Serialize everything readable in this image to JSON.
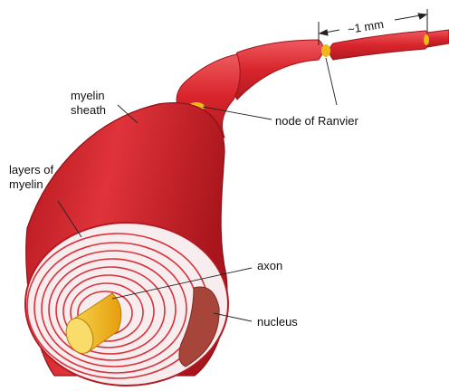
{
  "labels": {
    "scale": "~1 mm",
    "myelin_sheath": [
      "myelin",
      "sheath"
    ],
    "node_of_ranvier": "node of Ranvier",
    "layers_of_myelin": [
      "layers of",
      "myelin"
    ],
    "axon": "axon",
    "nucleus": "nucleus"
  },
  "colors": {
    "sheath": "#d9252c",
    "sheath_dark": "#a3141b",
    "sheath_light": "#f0656a",
    "axon": "#f2b718",
    "myelin_rings": "#d8323a",
    "cross_section_bg": "#f7ecee",
    "nucleus": "#a8453a"
  }
}
